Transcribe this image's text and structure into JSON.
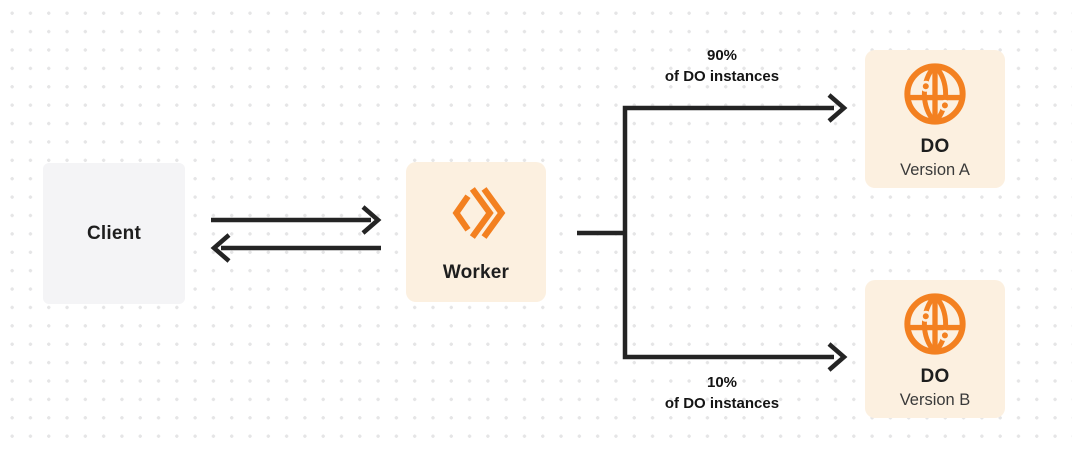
{
  "nodes": {
    "client": {
      "label": "Client"
    },
    "worker": {
      "label": "Worker",
      "icon": "cloudflare-workers-icon"
    },
    "do_a": {
      "title": "DO",
      "subtitle": "Version A",
      "icon": "durable-object-globe-icon"
    },
    "do_b": {
      "title": "DO",
      "subtitle": "Version B",
      "icon": "durable-object-globe-icon"
    }
  },
  "edge_labels": {
    "top_split": {
      "line1": "90%",
      "line2": "of DO instances"
    },
    "bottom_split": {
      "line1": "10%",
      "line2": "of DO instances"
    }
  },
  "edges": {
    "client_worker": "bidirectional",
    "worker_do_a": "arrow",
    "worker_do_b": "arrow"
  },
  "colors": {
    "accent_orange": "#F38020",
    "cream_box_bg": "#FCF0E0",
    "gray_box_bg": "#F4F4F6",
    "connector_line": "#242424",
    "text_primary": "#1E1E1E",
    "text_secondary": "#3A3A3A",
    "grid_dot": "#E5E5E6",
    "background": "#FFFFFF"
  }
}
